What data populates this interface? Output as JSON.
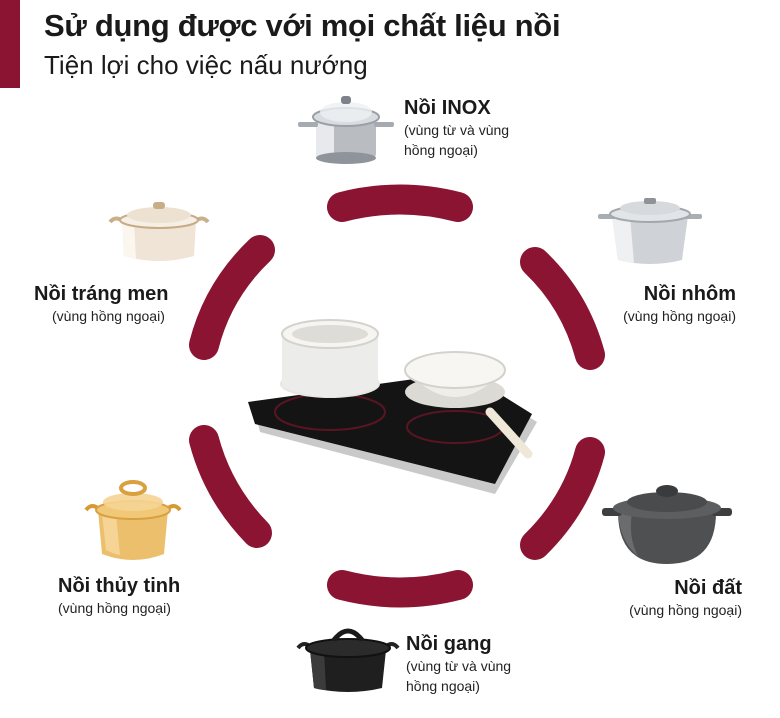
{
  "header": {
    "title": "Sử dụng được với mọi chất liệu nồi",
    "subtitle": "Tiện lợi cho việc nấu nướng"
  },
  "colors": {
    "accent": "#8b1432",
    "text": "#1a1a1a"
  },
  "pots": [
    {
      "id": "inox",
      "name": "Nồi INOX",
      "note_line1": "(vùng từ và vùng",
      "note_line2": "hồng ngoại)",
      "icon": "stainless-steel-pot-icon"
    },
    {
      "id": "nhom",
      "name": "Nồi nhôm",
      "note_line1": "(vùng hồng ngoại)",
      "icon": "aluminium-pot-icon"
    },
    {
      "id": "dat",
      "name": "Nồi đất",
      "note_line1": "(vùng hồng ngoại)",
      "icon": "clay-pot-icon"
    },
    {
      "id": "gang",
      "name": "Nồi gang",
      "note_line1": "(vùng từ và vùng",
      "note_line2": "hồng ngoại)",
      "icon": "cast-iron-pot-icon"
    },
    {
      "id": "thuy-tinh",
      "name": "Nồi thủy tinh",
      "note_line1": "(vùng hồng ngoại)",
      "icon": "glass-pot-icon"
    },
    {
      "id": "trang-men",
      "name": "Nồi tráng men",
      "note_line1": "(vùng hồng ngoại)",
      "icon": "enamel-pot-icon"
    }
  ],
  "center_icon": "double-burner-cooktop-icon"
}
